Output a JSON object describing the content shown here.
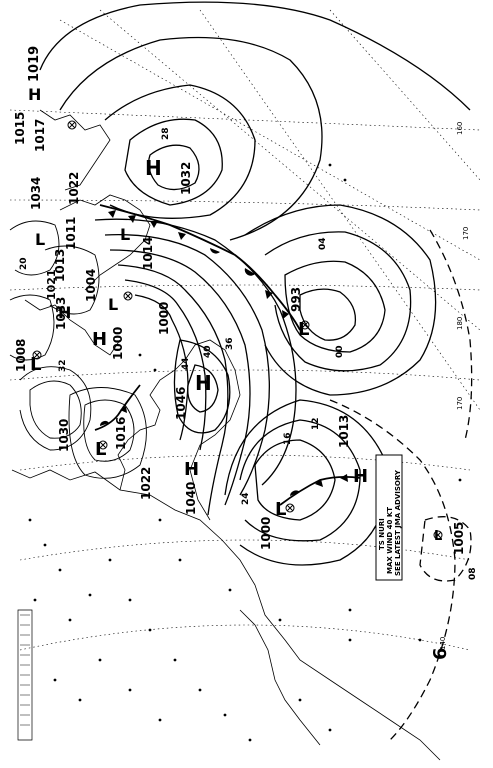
{
  "centers": {
    "high_label": "H",
    "low_label": "L"
  },
  "pressure_labels": [
    "1019",
    "1015",
    "1017",
    "1034",
    "1022",
    "1013",
    "1011",
    "1004",
    "1008",
    "1033",
    "1000",
    "1014",
    "1032",
    "1046",
    "1030",
    "1016",
    "1022",
    "1040",
    "1000",
    "993",
    "1013",
    "1005",
    "1021",
    "1000"
  ],
  "isobar_tags": [
    "28",
    "24",
    "20",
    "16",
    "12",
    "32",
    "36",
    "40",
    "44",
    "04",
    "08",
    "00"
  ],
  "lon_labels": [
    "170",
    "180",
    "170",
    "160",
    "140"
  ],
  "typhoon_box": {
    "line1": "TS NURI",
    "line2": "MAX WIND 40 KT",
    "line3": "SEE LATEST JMA ADVISORY"
  },
  "typhoon_glyph": "6"
}
